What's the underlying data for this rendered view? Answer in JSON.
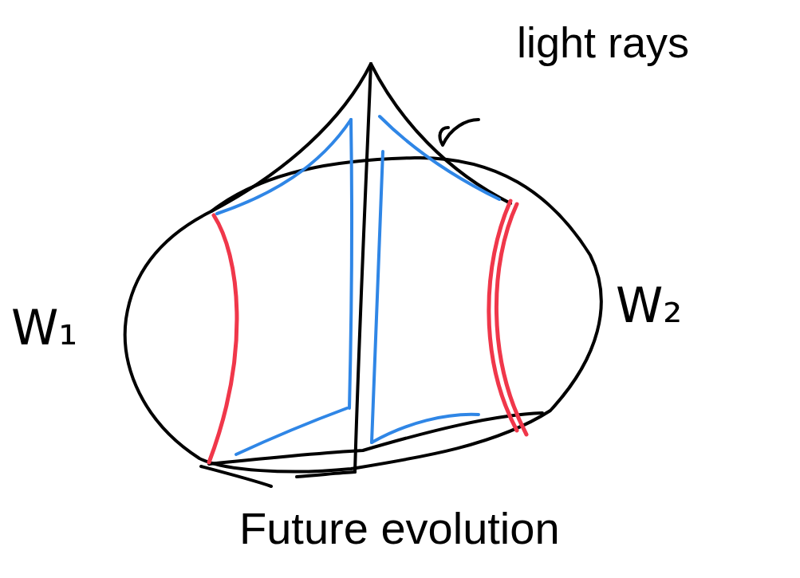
{
  "diagram": {
    "labels": [
      "light rays",
      "W₁",
      "W₂",
      "Future evolution"
    ]
  }
}
